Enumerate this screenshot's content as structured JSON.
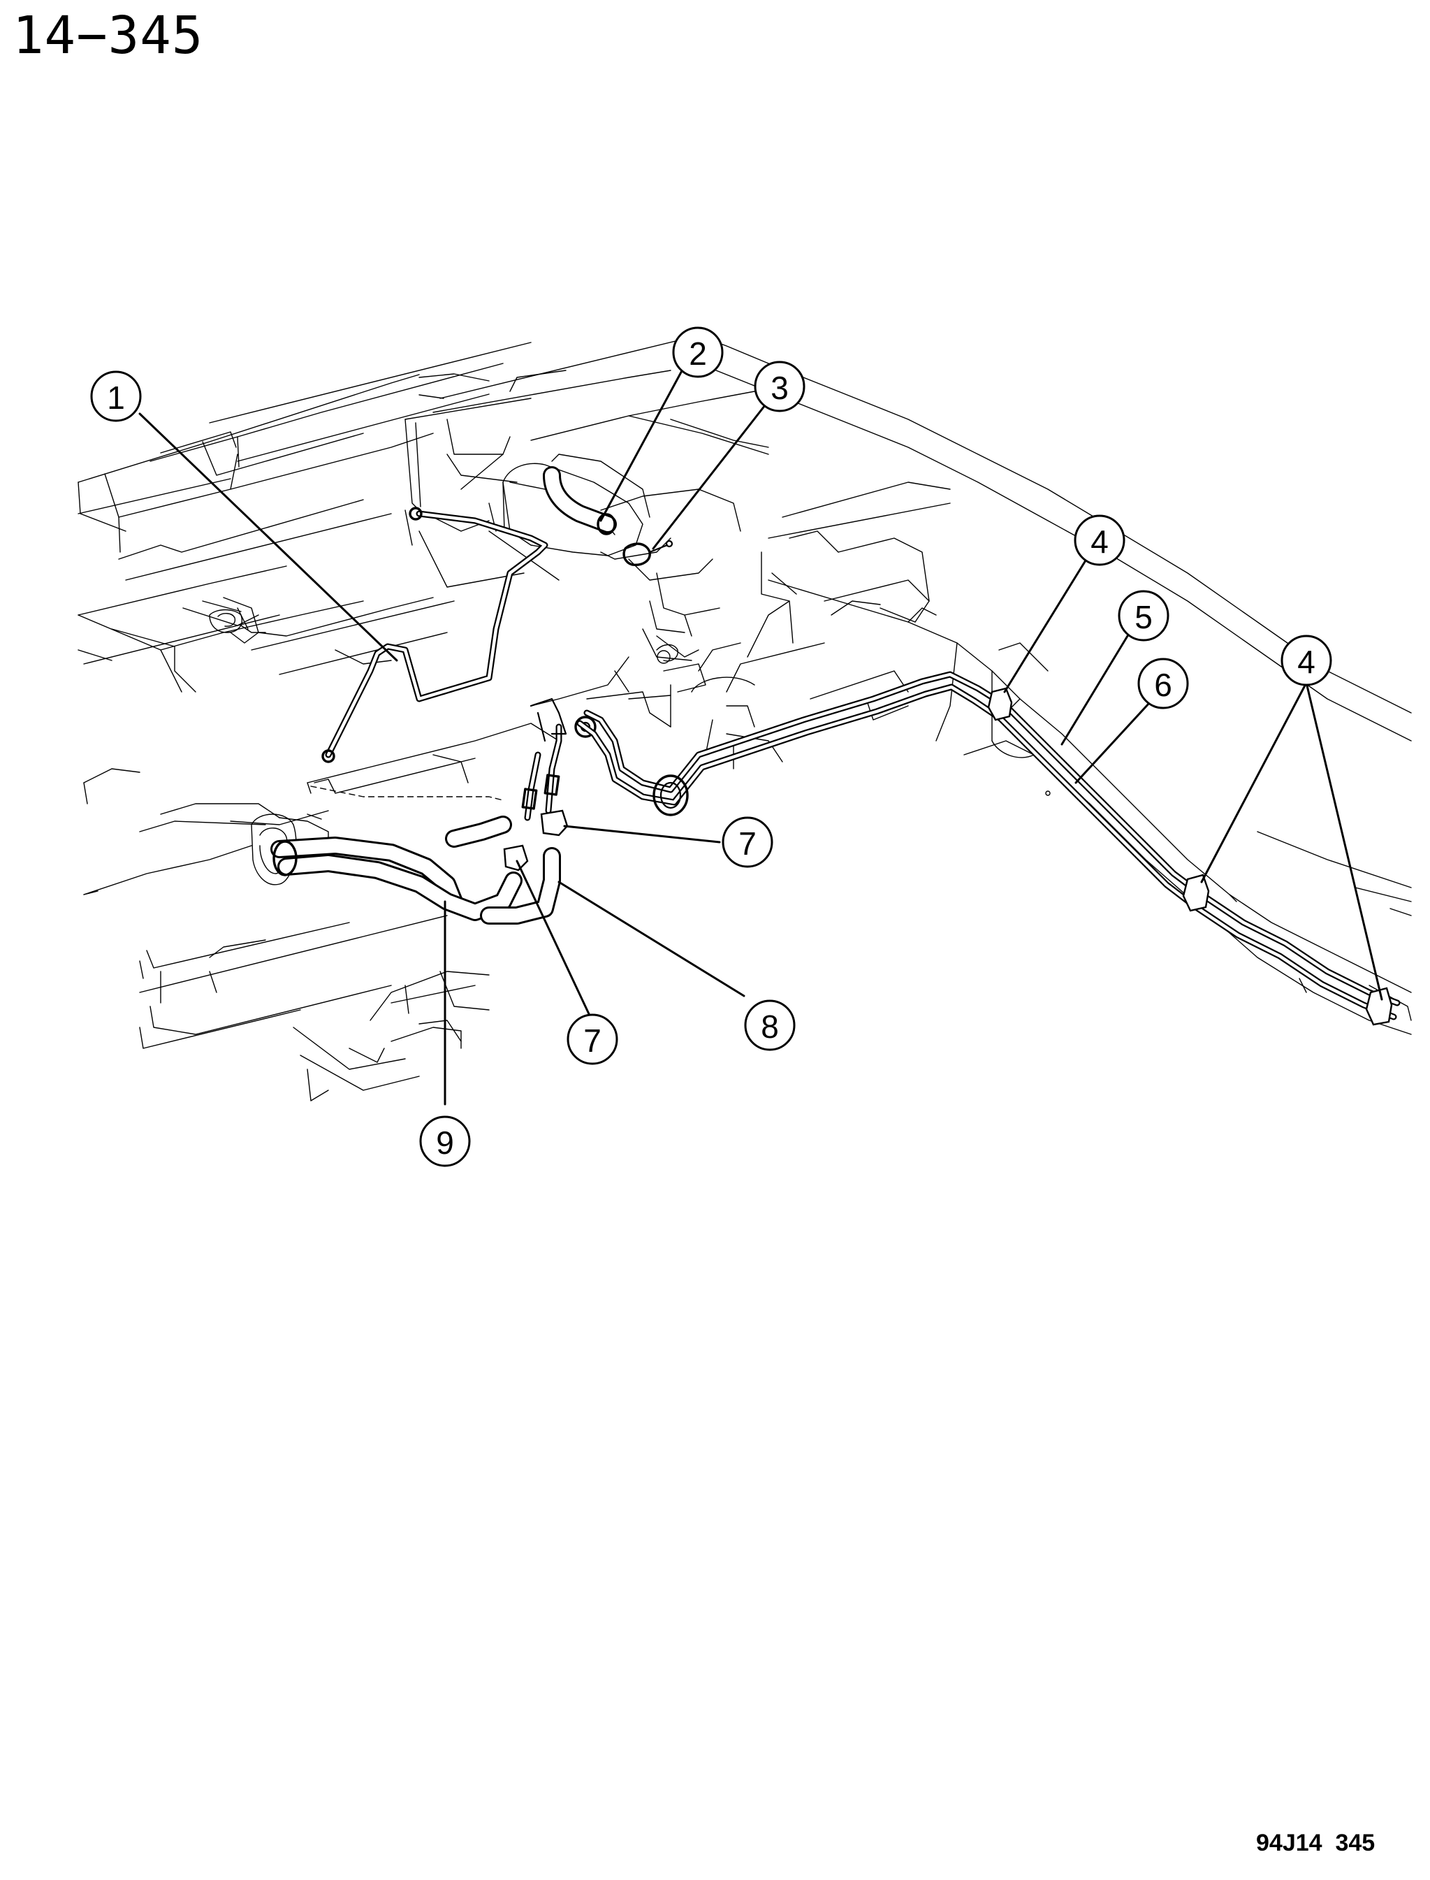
{
  "page_number": "14−345",
  "figure_code": "94J14  345",
  "callouts": [
    {
      "label": "1"
    },
    {
      "label": "2"
    },
    {
      "label": "3"
    },
    {
      "label": "4"
    },
    {
      "label": "5"
    },
    {
      "label": "6"
    },
    {
      "label": "4"
    },
    {
      "label": "7"
    },
    {
      "label": "7"
    },
    {
      "label": "8"
    },
    {
      "label": "9"
    }
  ]
}
